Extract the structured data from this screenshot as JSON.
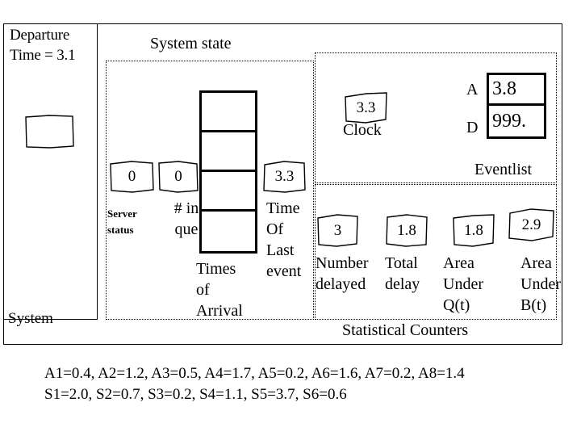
{
  "header": {
    "departure_line1": "Departure",
    "departure_line2": "Time = 3.1",
    "system_label": "System",
    "system_state_title": "System state",
    "statistical_counters_title": "Statistical Counters",
    "eventlist_caption": "Eventlist"
  },
  "system_state": {
    "server_status": {
      "value": "0",
      "caption": "Server status"
    },
    "number_in_queue": {
      "value": "0",
      "caption_line1": "# in",
      "caption_line2": "que"
    },
    "queue_cells": [
      "",
      "",
      "",
      ""
    ],
    "queue_caption_line1": "Times",
    "queue_caption_line2": "of",
    "queue_caption_line3": "Arrival",
    "time_of_last_event": {
      "value": "3.3",
      "caption_line1": "Time",
      "caption_line2": "Of",
      "caption_line3": "Last",
      "caption_line4": "event"
    }
  },
  "clock": {
    "value": "3.3",
    "caption": "Clock"
  },
  "eventlist": {
    "rows": [
      {
        "key": "A",
        "value": "3.8"
      },
      {
        "key": "D",
        "value": "999."
      }
    ]
  },
  "statistical_counters": {
    "number_delayed": {
      "value": "3",
      "caption_line1": "Number",
      "caption_line2": "delayed"
    },
    "total_delay": {
      "value": "1.8",
      "caption_line1": "Total",
      "caption_line2": "delay"
    },
    "area_under_q": {
      "value": "1.8",
      "caption_line1": "Area",
      "caption_line2": "Under",
      "caption_line3": "Q(t)"
    },
    "area_under_b": {
      "value": "2.9",
      "caption_line1": "Area",
      "caption_line2": "Under",
      "caption_line3": "B(t)"
    }
  },
  "bottom": {
    "arrival_times_line": "A1=0.4, A2=1.2, A3=0.5, A4=1.7, A5=0.2, A6=1.6, A7=0.2, A8=1.4",
    "service_times_line": "S1=2.0, S2=0.7, S3=0.2, S4=1.1, S5=3.7, S6=0.6"
  },
  "colors": {
    "ink": "#000000",
    "background": "#ffffff"
  }
}
